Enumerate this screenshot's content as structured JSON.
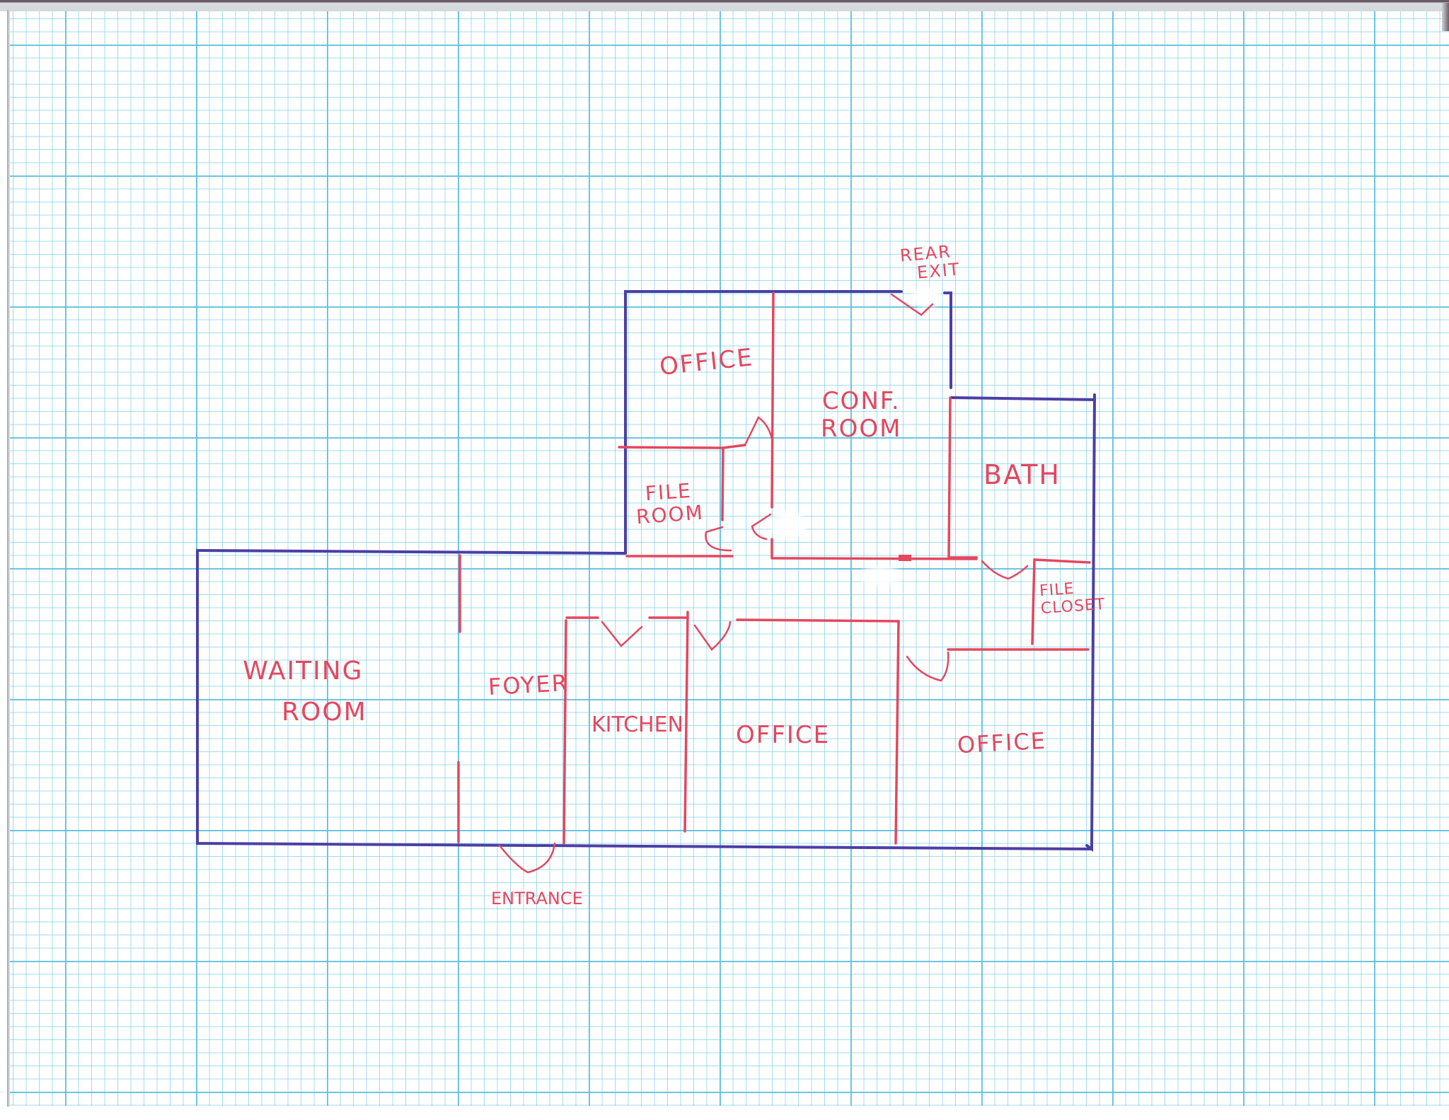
{
  "document": {
    "type": "hand-drawn floor plan on graph paper",
    "colors": {
      "grid_minor": "#78cde6",
      "grid_major": "#5cbede",
      "exterior_walls": "#4b3fa6",
      "interior_walls": "#e4475f",
      "paper": "#ffffff"
    }
  },
  "rooms": {
    "office_top": {
      "line1": "OFFICE"
    },
    "conf_room": {
      "line1": "CONF.",
      "line2": "ROOM"
    },
    "file_room": {
      "line1": "FILE",
      "line2": "ROOM"
    },
    "bath": {
      "line1": "BATH"
    },
    "file_closet": {
      "line1": "FILE",
      "line2": "CLOSET"
    },
    "waiting_room": {
      "line1": "WAITING",
      "line2": "ROOM"
    },
    "foyer": {
      "line1": "FOYER"
    },
    "kitchen": {
      "line1": "KITCHEN"
    },
    "office_middle": {
      "line1": "OFFICE"
    },
    "office_right": {
      "line1": "OFFICE"
    }
  },
  "annotations": {
    "rear_exit": {
      "line1": "REAR",
      "line2": "EXIT"
    },
    "entrance": {
      "line1": "ENTRANCE"
    }
  }
}
